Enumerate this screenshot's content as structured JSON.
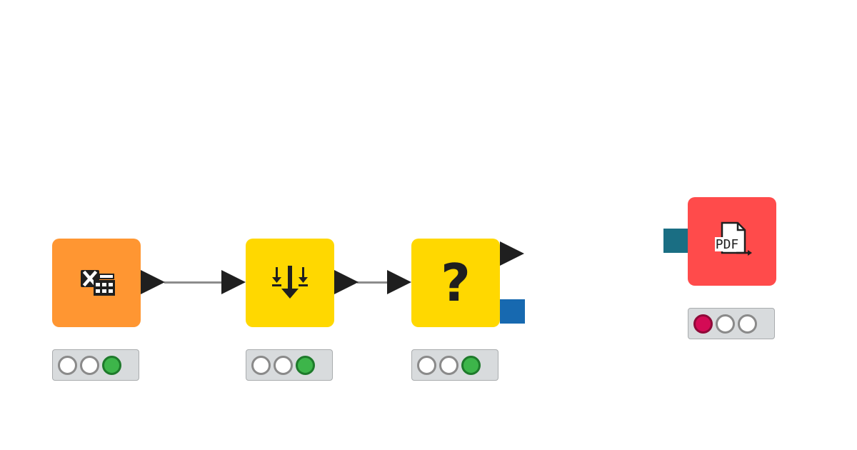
{
  "canvas": {
    "background": "#ffffff"
  },
  "nodes": [
    {
      "id": "excel-reader",
      "icon": "excel-table-icon",
      "color": "#ff9632",
      "status": [
        "idle",
        "idle",
        "executed"
      ],
      "status_colors": [
        "#ffffff",
        "#ffffff",
        "#3db54a"
      ]
    },
    {
      "id": "column-filter",
      "icon": "merge-arrows-down-icon",
      "color": "#ffd800",
      "status": [
        "idle",
        "idle",
        "executed"
      ],
      "status_colors": [
        "#ffffff",
        "#ffffff",
        "#3db54a"
      ]
    },
    {
      "id": "unknown-node",
      "icon": "question-mark-icon",
      "glyph": "?",
      "color": "#ffd800",
      "status": [
        "idle",
        "idle",
        "executed"
      ],
      "status_colors": [
        "#ffffff",
        "#ffffff",
        "#3db54a"
      ],
      "output_ports": [
        "data-triangle",
        "blue-square"
      ],
      "port_colors": {
        "data": "#1f1f1f",
        "square": "#1769b0"
      }
    },
    {
      "id": "pdf-writer",
      "icon": "pdf-export-icon",
      "glyph": "PDF",
      "color": "#ff4b4b",
      "status": [
        "error",
        "idle",
        "idle"
      ],
      "status_colors": [
        "#d40b55",
        "#ffffff",
        "#ffffff"
      ],
      "input_ports": [
        "teal-square"
      ],
      "port_colors": {
        "square": "#1a6e83"
      }
    }
  ],
  "connections": [
    {
      "from": "excel-reader",
      "to": "column-filter",
      "color": "#8c8c8c"
    },
    {
      "from": "column-filter",
      "to": "unknown-node",
      "color": "#8c8c8c"
    }
  ]
}
